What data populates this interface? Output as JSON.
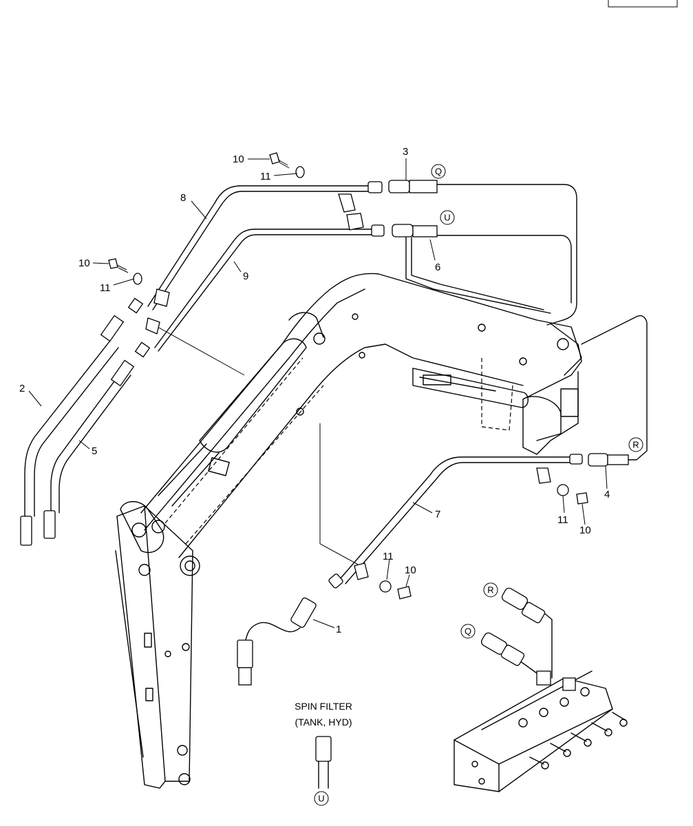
{
  "part_numbers": {
    "p1": "1",
    "p2": "2",
    "p3": "3",
    "p4": "4",
    "p5": "5",
    "p6": "6",
    "p7": "7",
    "p8": "8",
    "p9": "9",
    "p10a": "10",
    "p10b": "10",
    "p10c": "10",
    "p10d": "10",
    "p11a": "11",
    "p11b": "11",
    "p11c": "11",
    "p11d": "11"
  },
  "connectors": {
    "q_top": "Q",
    "u_top": "U",
    "r_right": "R",
    "r_valve": "R",
    "q_valve": "Q",
    "u_filter": "U"
  },
  "notes": {
    "filter_line1": "SPIN FILTER",
    "filter_line2": "(TANK, HYD)"
  }
}
